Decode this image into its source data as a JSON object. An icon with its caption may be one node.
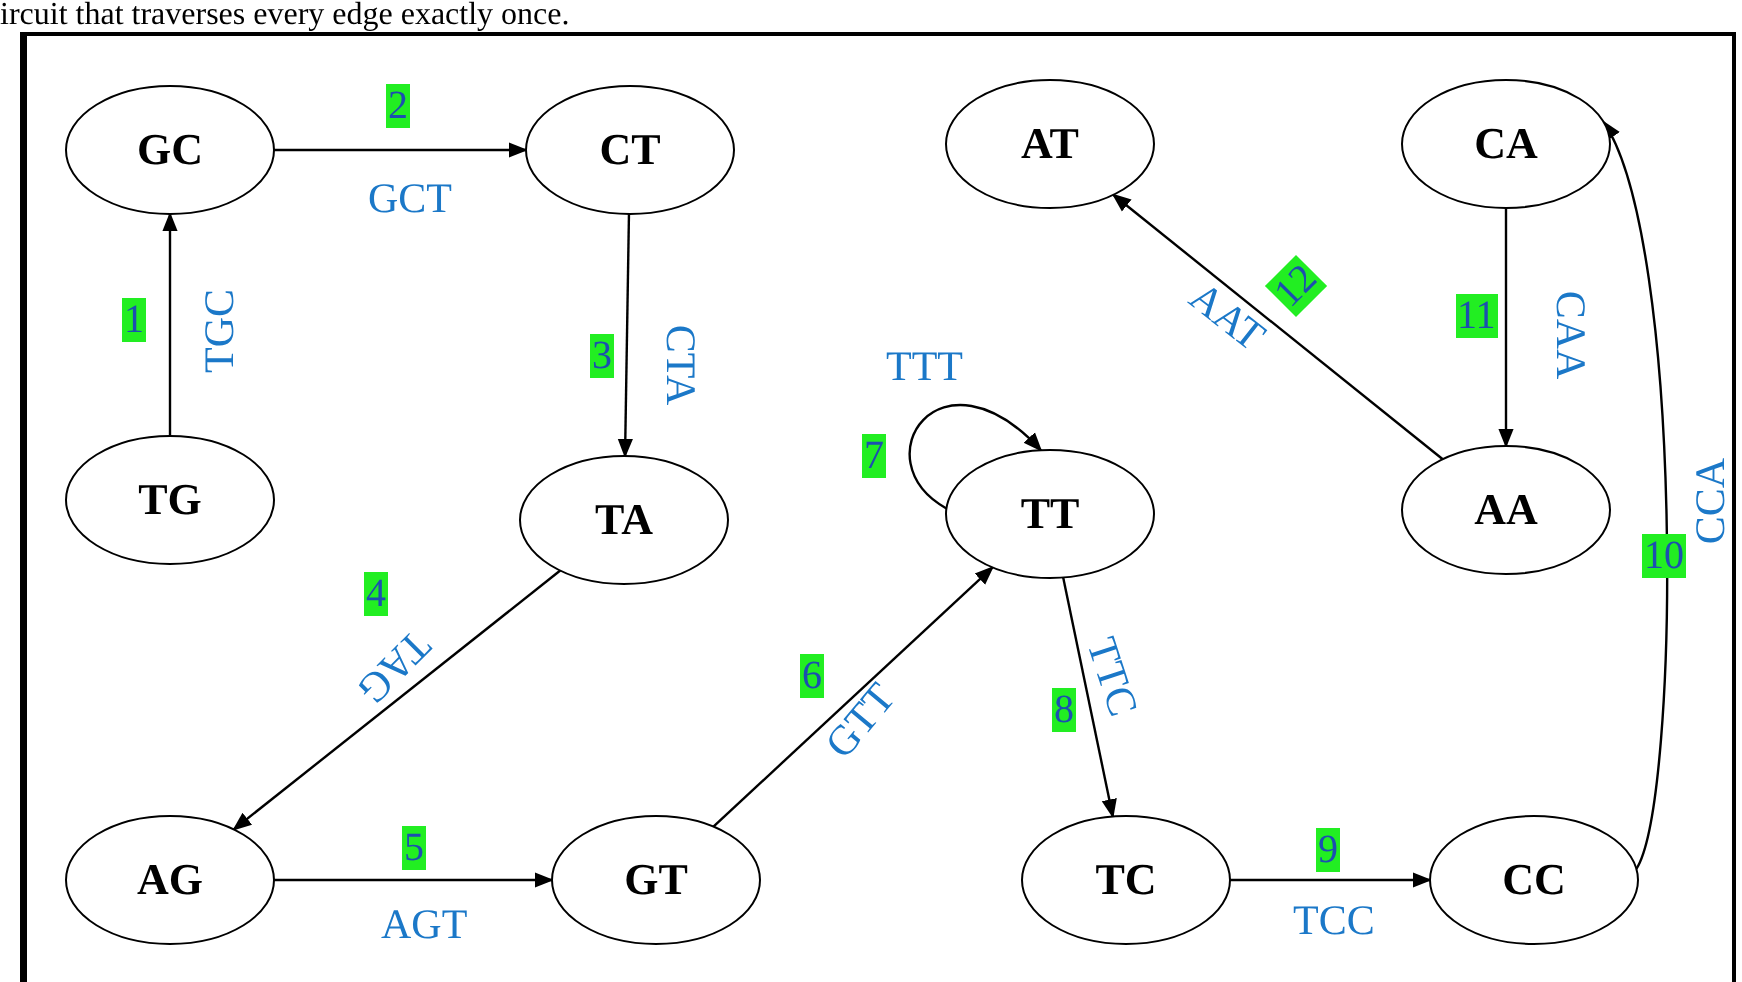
{
  "diagram": {
    "nodes": [
      {
        "text": [
          "GC"
        ]
      },
      {
        "text": [
          "CT"
        ]
      },
      {
        "text": [
          "AT"
        ]
      },
      {
        "text": [
          "CA"
        ]
      },
      {
        "text": [
          "TG"
        ]
      },
      {
        "text": [
          "TA"
        ]
      },
      {
        "text": [
          "TT"
        ]
      },
      {
        "text": [
          "AA"
        ]
      },
      {
        "text": [
          "AG"
        ]
      },
      {
        "text": [
          "GT"
        ]
      },
      {
        "text": [
          "TC"
        ]
      },
      {
        "text": [
          "CC"
        ]
      }
    ],
    "edges": [
      {
        "from": 4,
        "to": 0,
        "arrow": "to",
        "label": "TGC"
      },
      {
        "from": 0,
        "to": 1,
        "arrow": "to",
        "label": "GCT"
      },
      {
        "from": 1,
        "to": 5,
        "arrow": "to",
        "label": "CTA"
      },
      {
        "from": 5,
        "to": 8,
        "arrow": "to",
        "label": "TAG"
      },
      {
        "from": 8,
        "to": 9,
        "arrow": "to",
        "label": "AGT"
      },
      {
        "from": 9,
        "to": 6,
        "arrow": "to",
        "label": "GTT"
      },
      {
        "from": 6,
        "to": 6,
        "arrow": "to",
        "label": "TTT"
      },
      {
        "from": 6,
        "to": 10,
        "arrow": "to",
        "label": "TTC"
      },
      {
        "from": 10,
        "to": 11,
        "arrow": "to",
        "label": "TCC"
      },
      {
        "from": 11,
        "to": 3,
        "arrow": "to",
        "label": "CCA"
      },
      {
        "from": 3,
        "to": 7,
        "arrow": "to",
        "label": "CAA"
      },
      {
        "from": 7,
        "to": 2,
        "arrow": "to",
        "label": "AAT"
      }
    ],
    "labels": [
      "ircuit that traverses every edge exactly once.",
      "1",
      "2",
      "3",
      "4",
      "5",
      "6",
      "7",
      "8",
      "9",
      "10",
      "11",
      "12"
    ]
  }
}
